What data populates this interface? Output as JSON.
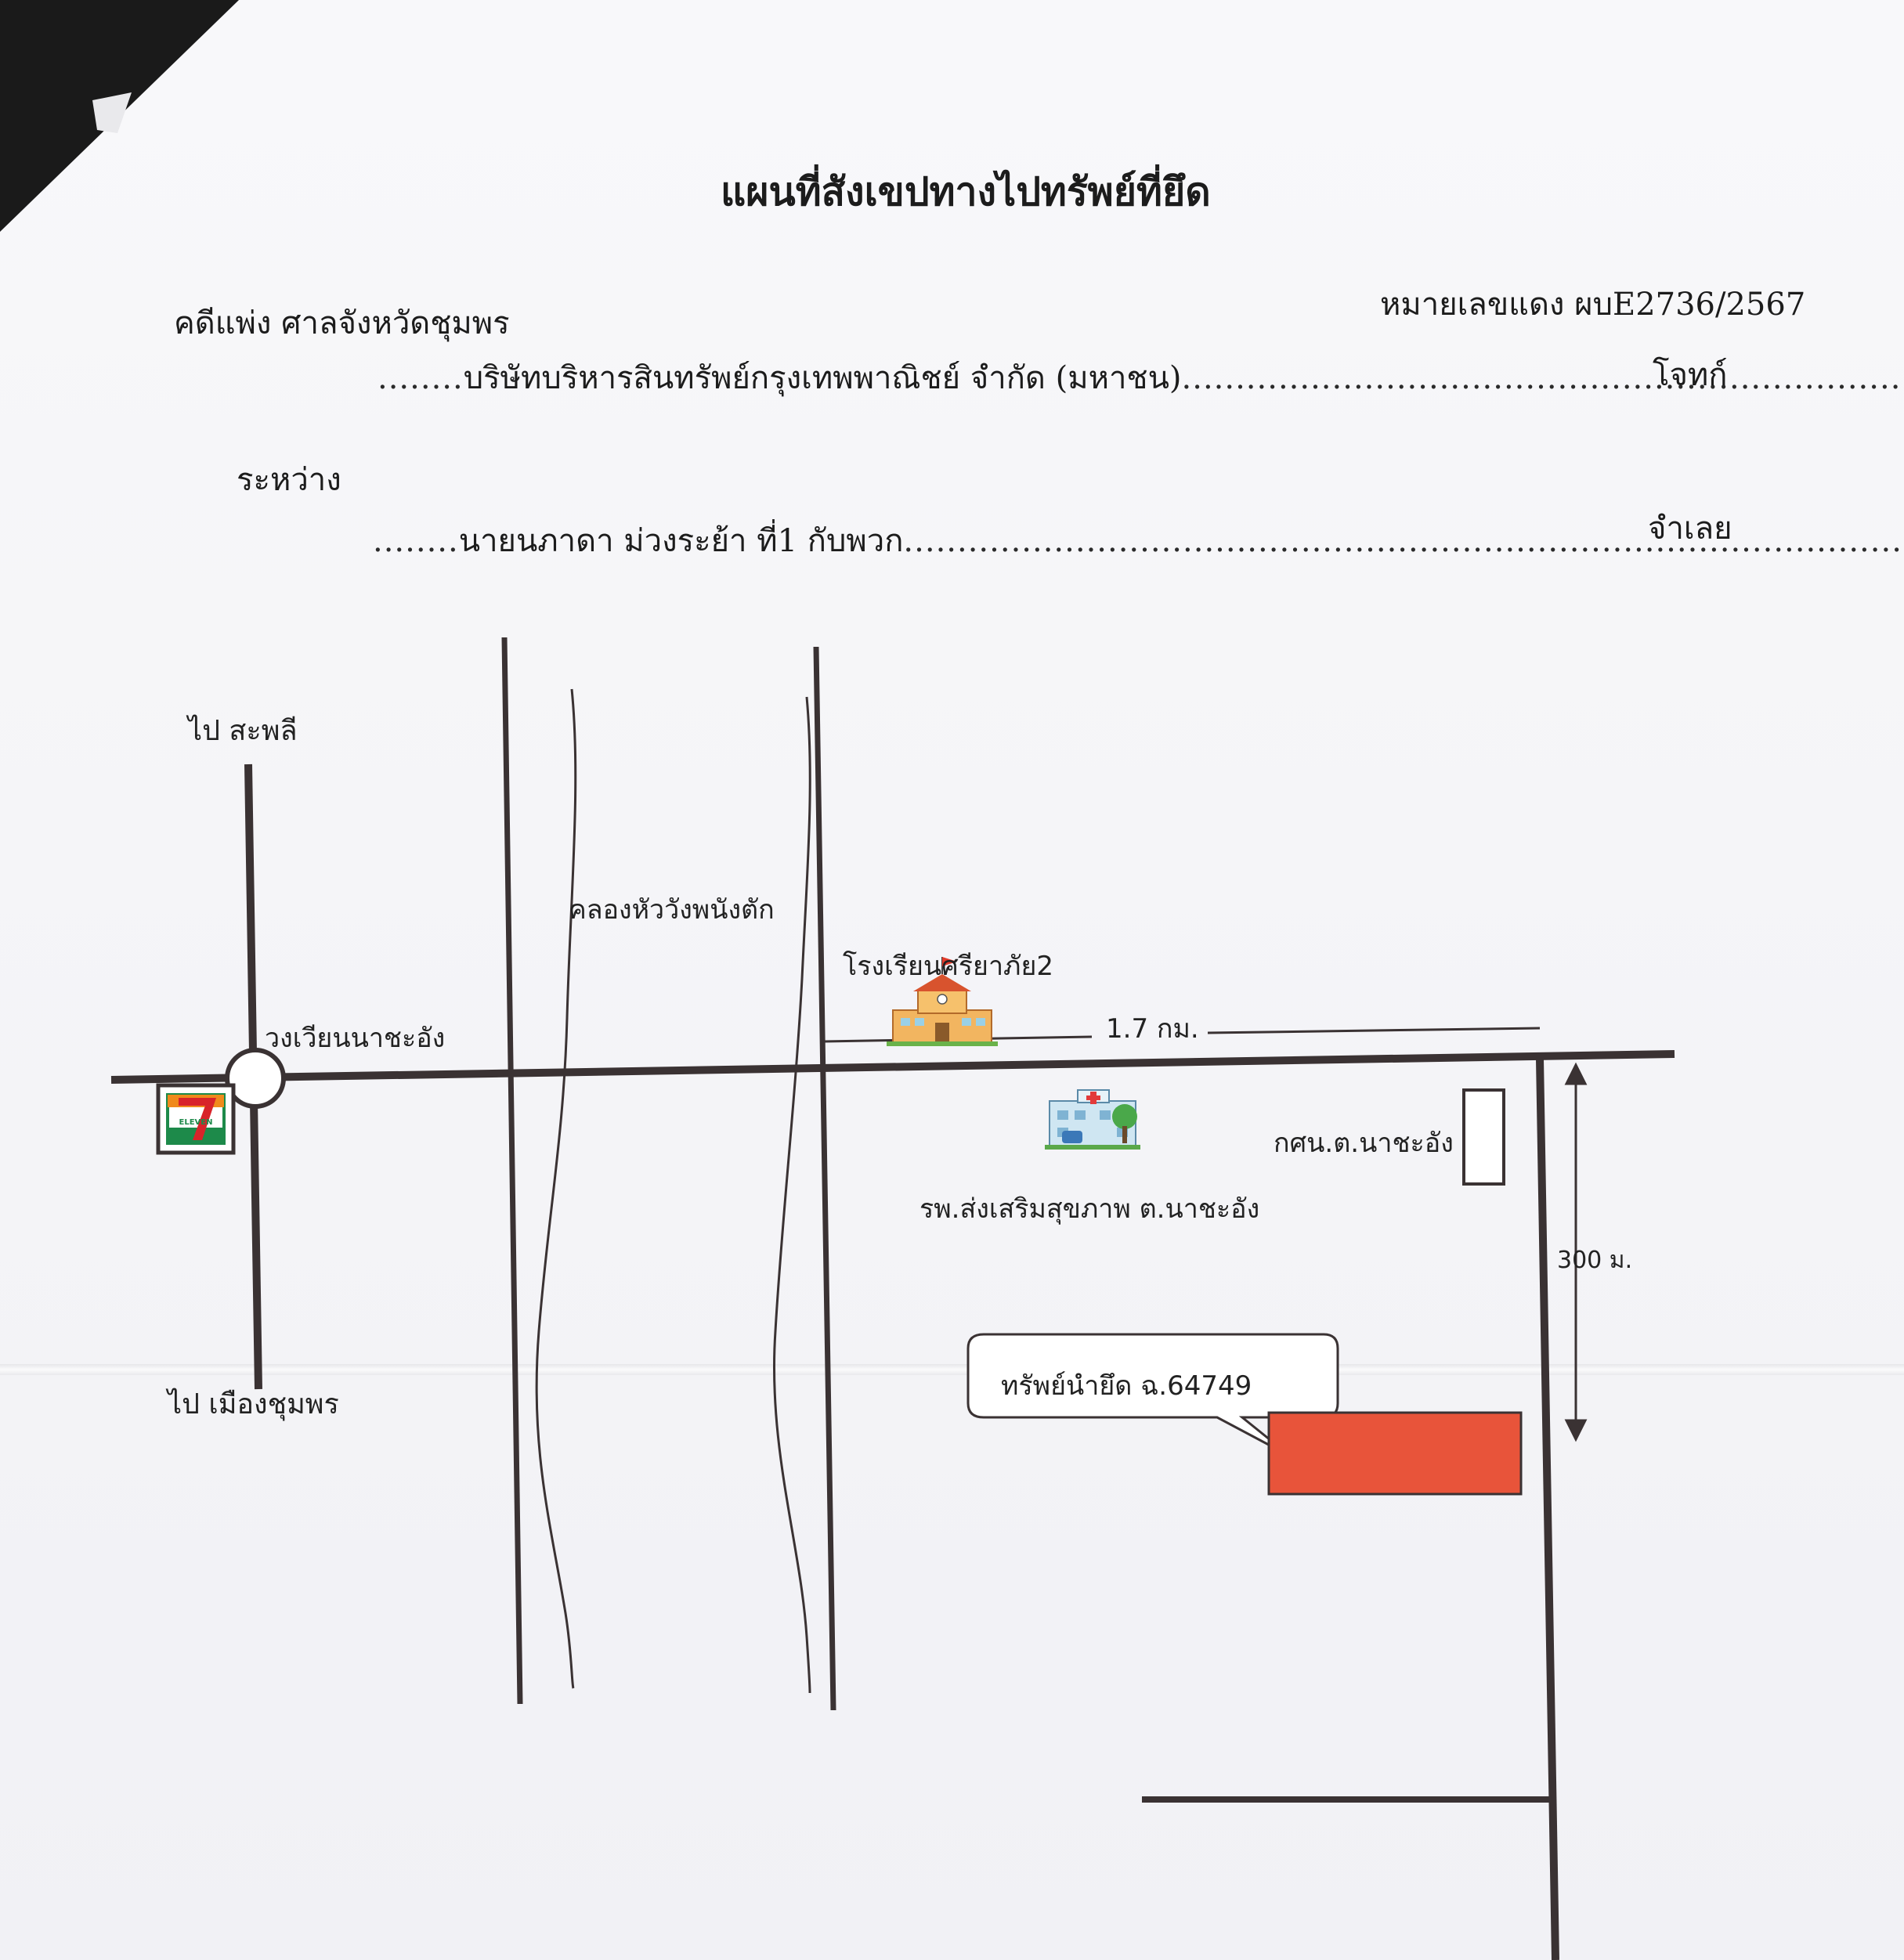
{
  "document": {
    "title": "แผนที่สังเขปทางไปทรัพย์ที่ยึด",
    "case_type_court": "คดีแพ่ง  ศาลจังหวัดชุมพร",
    "red_case_number": "หมายเลขแดง ผบE2736/2567",
    "plaintiff_lead": "........",
    "plaintiff": "บริษัทบริหารสินทรัพย์กรุงเทพพาณิชย์ จำกัด (มหาชน)",
    "plaintiff_trail": "...........................................................................",
    "plaintiff_role": "โจทก์",
    "between": "ระหว่าง",
    "defendant_lead": "........",
    "defendant": "นายนภาดา  ม่วงระย้า ที่1  กับพวก",
    "defendant_trail": ".......................................................................................................",
    "defendant_role": "จำเลย"
  },
  "map": {
    "labels": {
      "to_sawi": "ไป สะพลี",
      "to_chumphon": "ไป เมืองชุมพร",
      "roundabout": "วงเวียนนาชะอัง",
      "canal": "คลองหัววังพนังตัก",
      "school": "โรงเรียนศรียาภัย2",
      "distance_km": "1.7 กม.",
      "health_hospital": "รพ.ส่งเสริมสุขภาพ ต.นาชะอัง",
      "nfe_center": "กศน.ต.นาชะอัง",
      "distance_m": "300 ม.",
      "seized_property": "ทรัพย์นำยึด ฉ.64749",
      "store_logo": "ELEVEN"
    },
    "icons": [
      "seven-eleven-logo-icon",
      "school-building-icon",
      "hospital-building-icon"
    ],
    "colors": {
      "road": "#3a3233",
      "property": "#e8543a",
      "seven_green": "#1d8a4a",
      "seven_orange": "#f08a1c",
      "seven_red": "#d8232a"
    }
  }
}
